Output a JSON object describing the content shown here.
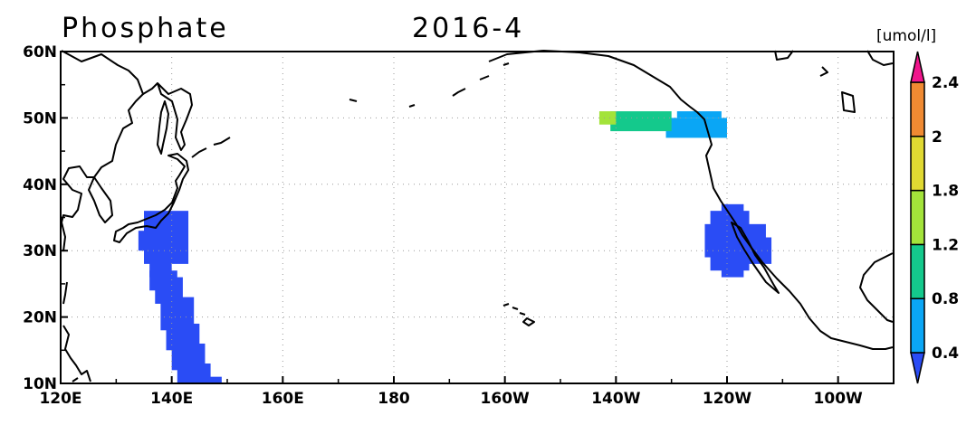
{
  "title": {
    "variable": "Phosphate",
    "date": "2016-4"
  },
  "map": {
    "projection": "equirectangular",
    "lon_range": [
      120,
      270
    ],
    "lat_range": [
      10,
      60
    ],
    "grid": true,
    "x_ticks": [
      {
        "lon": 120,
        "label": "120E"
      },
      {
        "lon": 140,
        "label": "140E"
      },
      {
        "lon": 160,
        "label": "160E"
      },
      {
        "lon": 180,
        "label": "180"
      },
      {
        "lon": 200,
        "label": "160W"
      },
      {
        "lon": 220,
        "label": "140W"
      },
      {
        "lon": 240,
        "label": "120W"
      },
      {
        "lon": 260,
        "label": "100W"
      }
    ],
    "y_ticks": [
      {
        "lat": 10,
        "label": "10N"
      },
      {
        "lat": 20,
        "label": "20N"
      },
      {
        "lat": 30,
        "label": "30N"
      },
      {
        "lat": 40,
        "label": "40N"
      },
      {
        "lat": 50,
        "label": "50N"
      },
      {
        "lat": 60,
        "label": "60N"
      }
    ]
  },
  "colorbar": {
    "units": "[umol/l]",
    "tick_labels": [
      "0.4",
      "0.8",
      "1.2",
      "1.8",
      "2",
      "2.4"
    ],
    "colors": [
      "#2a4cf5",
      "#0aa6f5",
      "#14c98c",
      "#a3e33a",
      "#e0d932",
      "#f08a32",
      "#f0158c"
    ]
  },
  "chart_data": {
    "type": "heatmap",
    "title": "Phosphate 2016-4",
    "units": "[umol/l]",
    "levels": [
      0.4,
      0.8,
      1.2,
      1.8,
      2,
      2.4
    ],
    "regions": [
      {
        "area": "West Pacific, south of Japan (~134-150E, 10-35N)",
        "value_class": "<0.4",
        "cells": [
          [
            131,
            33,
            136,
            30
          ],
          [
            132,
            36,
            140,
            28
          ],
          [
            133,
            29,
            137,
            26
          ],
          [
            133,
            27,
            138,
            24
          ],
          [
            134,
            26,
            139,
            22
          ],
          [
            135,
            23,
            141,
            18
          ],
          [
            136,
            19,
            142,
            15
          ],
          [
            137,
            16,
            143,
            12
          ],
          [
            138,
            13,
            144,
            10
          ],
          [
            139,
            11,
            146,
            10
          ]
        ]
      },
      {
        "area": "Off Baja California (~115-125W, 27-37N)",
        "value_class": "<0.4",
        "cells": [
          [
            234,
            36,
            241,
            27
          ],
          [
            233,
            34,
            244,
            29
          ],
          [
            236,
            37,
            240,
            26
          ],
          [
            238,
            32,
            245,
            28
          ]
        ]
      },
      {
        "area": "Gulf of Alaska / off British Columbia (~127-135W, 48-51N)",
        "value_class": "0.4-0.8",
        "cells": [
          [
            226,
            50,
            237,
            47
          ],
          [
            228,
            51,
            236,
            50
          ]
        ]
      },
      {
        "area": "Gulf of Alaska (~135-144W, 48-51N)",
        "value_class": "0.8-1.2",
        "cells": [
          [
            216,
            51,
            227,
            48
          ]
        ]
      },
      {
        "area": "Gulf of Alaska west edge (~144-146W, 49-51N)",
        "value_class": "1.2-1.8",
        "cells": [
          [
            214,
            51,
            217,
            49
          ]
        ]
      }
    ]
  }
}
